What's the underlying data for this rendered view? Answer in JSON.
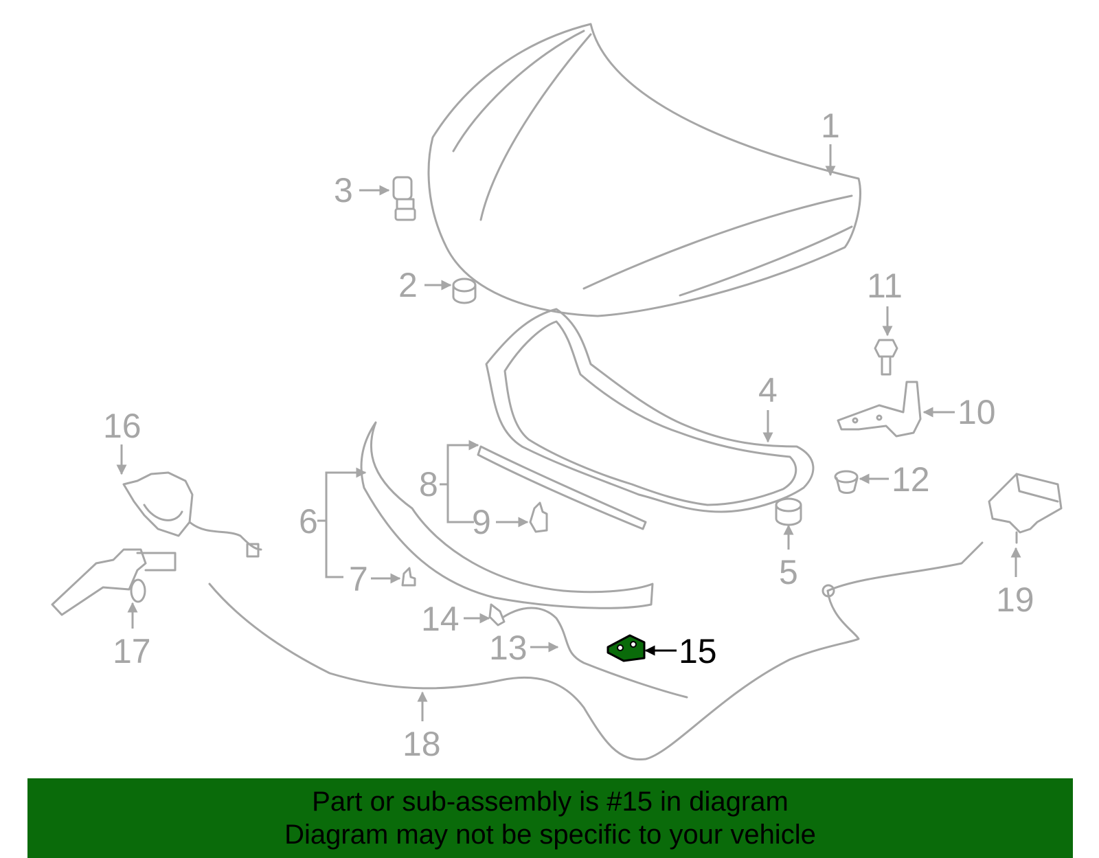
{
  "diagram": {
    "callouts": [
      "1",
      "2",
      "3",
      "4",
      "5",
      "6",
      "7",
      "8",
      "9",
      "10",
      "11",
      "12",
      "13",
      "14",
      "15",
      "16",
      "17",
      "18",
      "19"
    ],
    "highlighted_part": "15",
    "highlight_color": "#0a6b0a",
    "line_color": "#a6a6a6"
  },
  "banner": {
    "line1": "Part or sub-assembly is #15 in diagram",
    "line2": "Diagram may not be specific to your vehicle",
    "background": "#0a6b0a"
  }
}
